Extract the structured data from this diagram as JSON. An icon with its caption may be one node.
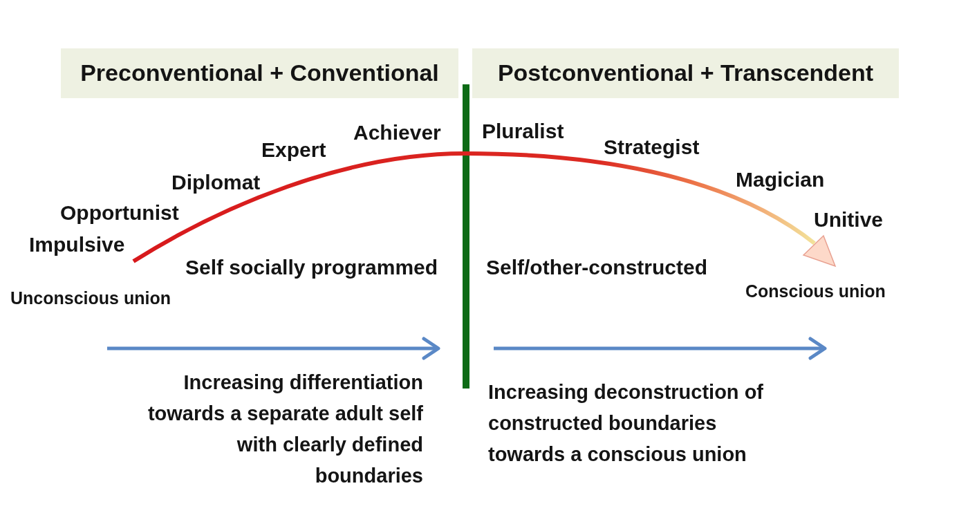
{
  "diagram": {
    "nodes": [
      {
        "text": [
          "Preconventional + Conventional"
        ]
      },
      {
        "text": [
          "Postconventional + Transcendent"
        ]
      }
    ],
    "labels": [
      "Impulsive",
      "Opportunist",
      "Diplomat",
      "Expert",
      "Achiever",
      "Pluralist",
      "Strategist",
      "Magician",
      "Unitive",
      "Self socially programmed",
      "Self/other-constructed",
      "Unconscious union",
      "Conscious union",
      "Increasing differentiation towards a separate adult self with clearly defined boundaries",
      "Increasing deconstruction of constructed boundaries towards a conscious union"
    ]
  }
}
